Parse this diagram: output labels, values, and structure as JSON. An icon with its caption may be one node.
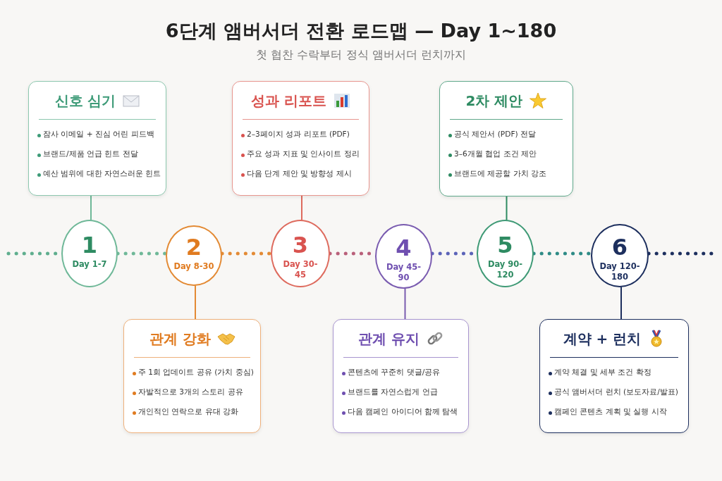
{
  "diagram": {
    "title": "6단계 앰버서더 전환 로드맵 — Day 1~180",
    "nodes": [
      {
        "text": [
          "신호 심기",
          "잠사 이메일 + 진심 어린 피드백",
          "브랜드/제품 언급 힌트 전달",
          "예산 범위에 대한 자연스러운 힌트"
        ]
      },
      {
        "text": [
          "성과 리포트",
          "2–3페이지 성과 리포트 (PDF)",
          "주요 성과 지표 및 인사이트 정리",
          "다음 단계 제안 및 방향성 제시"
        ]
      },
      {
        "text": [
          "2차 제안",
          "공식 제안서 (PDF) 전달",
          "3–6개월 협업 조건 제안",
          "브랜드에 제공할 가치 강조"
        ]
      },
      {
        "text": [
          "1",
          "Day 1-7"
        ]
      },
      {
        "text": [
          "2",
          "Day 8-30"
        ]
      },
      {
        "text": [
          "3",
          "Day 30-45"
        ]
      },
      {
        "text": [
          "4",
          "Day 45-90"
        ]
      },
      {
        "text": [
          "5",
          "Day 90-120"
        ]
      },
      {
        "text": [
          "6",
          "Day 120-180"
        ]
      },
      {
        "text": [
          "관계 강화",
          "주 1회 업데이트 공유 (가치 중심)",
          "자발적으로 3개의 스토리 공유",
          "개인적인 연락으로 유대 강화"
        ]
      },
      {
        "text": [
          "관계 유지",
          "콘텐츠에 꾸준히 댓글/공유",
          "브랜드를 자연스럽게 언급",
          "다음 캠페인 아이디어 함께 탐색"
        ]
      },
      {
        "text": [
          "계약 + 런치",
          "계약 체결 및 세부 조건 확정",
          "공식 앰버서더 런치 (보도자료/발표)",
          "캠페인 콘텐츠 계획 및 실행 시작"
        ]
      }
    ],
    "edges": [
      {
        "from": 0,
        "to": 3,
        "arrow": "none",
        "color": "#6fb898"
      },
      {
        "from": 1,
        "to": 5,
        "arrow": "none",
        "color": "#de6b5e"
      },
      {
        "from": 2,
        "to": 7,
        "arrow": "none",
        "color": "#2e8b62"
      },
      {
        "from": 4,
        "to": 9,
        "arrow": "none",
        "color": "#e38a34"
      },
      {
        "from": 6,
        "to": 10,
        "arrow": "none",
        "color": "#7a5cb0"
      },
      {
        "from": 8,
        "to": 11,
        "arrow": "none",
        "color": "#1d2f5e"
      },
      {
        "from": null,
        "to": 3,
        "arrow": "none",
        "style": "dashed",
        "color": "#5fae8e"
      },
      {
        "from": 3,
        "to": 4,
        "arrow": "none",
        "style": "dashed",
        "color": "#6fb898"
      },
      {
        "from": 4,
        "to": 5,
        "arrow": "none",
        "style": "dashed",
        "color": "#e38a34"
      },
      {
        "from": 5,
        "to": 6,
        "arrow": "none",
        "style": "dashed",
        "color": "#b9607a"
      },
      {
        "from": 6,
        "to": 7,
        "arrow": "none",
        "style": "dashed",
        "color": "#5b63b8"
      },
      {
        "from": 7,
        "to": 8,
        "arrow": "none",
        "style": "dashed",
        "color": "#2e8b86"
      },
      {
        "from": 8,
        "to": null,
        "arrow": "none",
        "style": "dashed",
        "color": "#1d2f5e"
      }
    ],
    "labels": [
      "첫 협찬 수락부터 정식 앰버서더 런치까지"
    ]
  }
}
